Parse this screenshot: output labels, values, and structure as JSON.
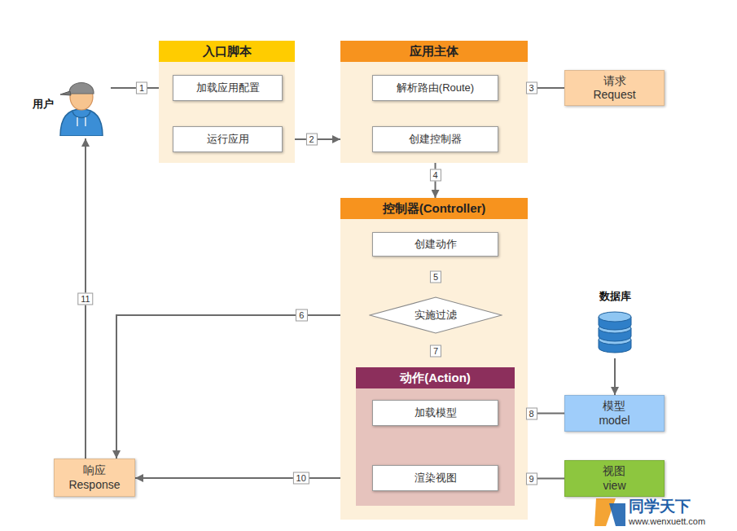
{
  "diagram": {
    "nodes": [
      {
        "text": [
          "用户"
        ]
      },
      {
        "text": [
          "入口脚本"
        ]
      },
      {
        "text": [
          "加载应用配置"
        ],
        "in": 1
      },
      {
        "text": [
          "运行应用"
        ],
        "in": 1
      },
      {
        "text": [
          "应用主体"
        ]
      },
      {
        "text": [
          "解析路由(Route)"
        ],
        "in": 4
      },
      {
        "text": [
          "创建控制器"
        ],
        "in": 4
      },
      {
        "text": [
          "请求 Request"
        ]
      },
      {
        "text": [
          "控制器(Controller)"
        ]
      },
      {
        "text": [
          "创建动作"
        ],
        "in": 8
      },
      {
        "text": [
          "实施过滤"
        ],
        "in": 8
      },
      {
        "text": [
          "动作(Action)"
        ],
        "in": 8
      },
      {
        "text": [
          "加载模型"
        ],
        "in": 11
      },
      {
        "text": [
          "渲染视图"
        ],
        "in": 11
      },
      {
        "text": [
          "数据库"
        ]
      },
      {
        "text": [
          "模型 model"
        ]
      },
      {
        "text": [
          "视图 view"
        ]
      },
      {
        "text": [
          "响应 Response"
        ]
      }
    ],
    "edges": [
      {
        "from": 0,
        "to": 2,
        "arrow": "to",
        "label": "1"
      },
      {
        "from": 2,
        "to": 3,
        "arrow": "to"
      },
      {
        "from": 3,
        "to": 4,
        "arrow": "to",
        "label": "2"
      },
      {
        "from": 7,
        "to": 5,
        "arrow": "to",
        "label": "3"
      },
      {
        "from": 5,
        "to": 6,
        "arrow": "to"
      },
      {
        "from": 6,
        "to": 8,
        "arrow": "to",
        "label": "4"
      },
      {
        "from": 9,
        "to": 10,
        "arrow": "to",
        "label": "5"
      },
      {
        "from": 10,
        "to": 17,
        "arrow": "to",
        "label": "6"
      },
      {
        "from": 10,
        "to": 11,
        "arrow": "to",
        "label": "7"
      },
      {
        "from": 12,
        "to": 13,
        "arrow": "to"
      },
      {
        "from": 14,
        "to": 15,
        "arrow": "to"
      },
      {
        "from": 15,
        "to": 12,
        "arrow": "to",
        "label": "8"
      },
      {
        "from": 16,
        "to": 13,
        "arrow": "to",
        "label": "9"
      },
      {
        "from": 13,
        "to": 17,
        "arrow": "to",
        "label": "10"
      },
      {
        "from": 17,
        "to": 0,
        "arrow": "to",
        "label": "11"
      }
    ],
    "labels": [
      "同学天下",
      "www.wenxuett.com"
    ]
  }
}
